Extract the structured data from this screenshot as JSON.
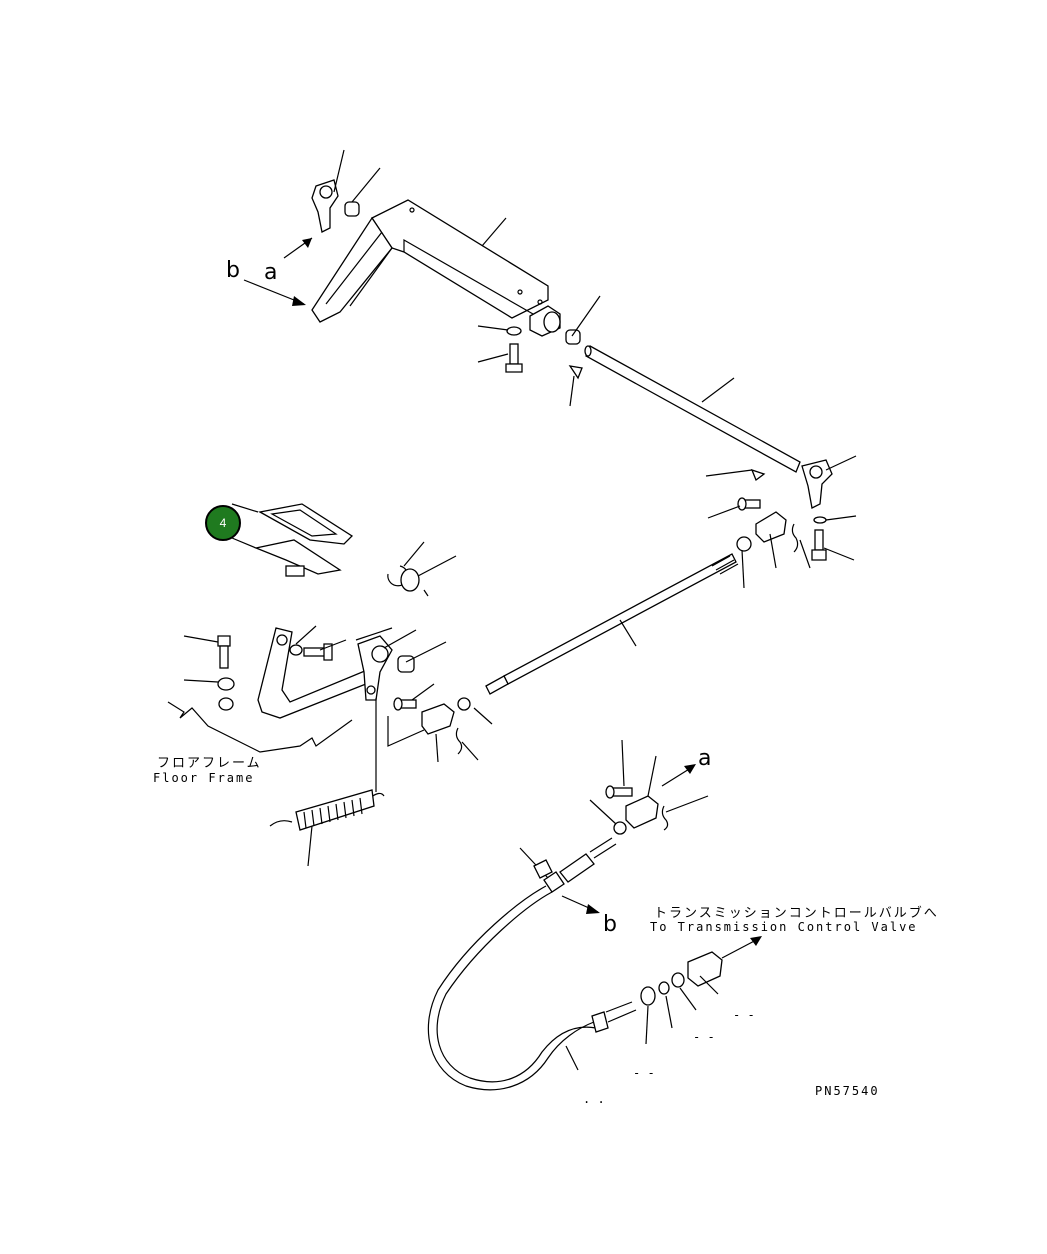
{
  "diagram": {
    "arrow_labels": {
      "a_top": "a",
      "b_top": "b",
      "a_mid": "a",
      "b_bottom": "b"
    },
    "floor_frame": {
      "jp": "フロアフレーム",
      "en": "Floor Frame"
    },
    "destination": {
      "jp": "トランスミッションコントロールバルブへ",
      "en": "To Transmission Control Valve"
    },
    "callout": {
      "number": "4"
    },
    "drawing_id": "PN57540",
    "dash_marks": [
      "- -",
      "- -",
      "- -",
      ". ."
    ]
  }
}
